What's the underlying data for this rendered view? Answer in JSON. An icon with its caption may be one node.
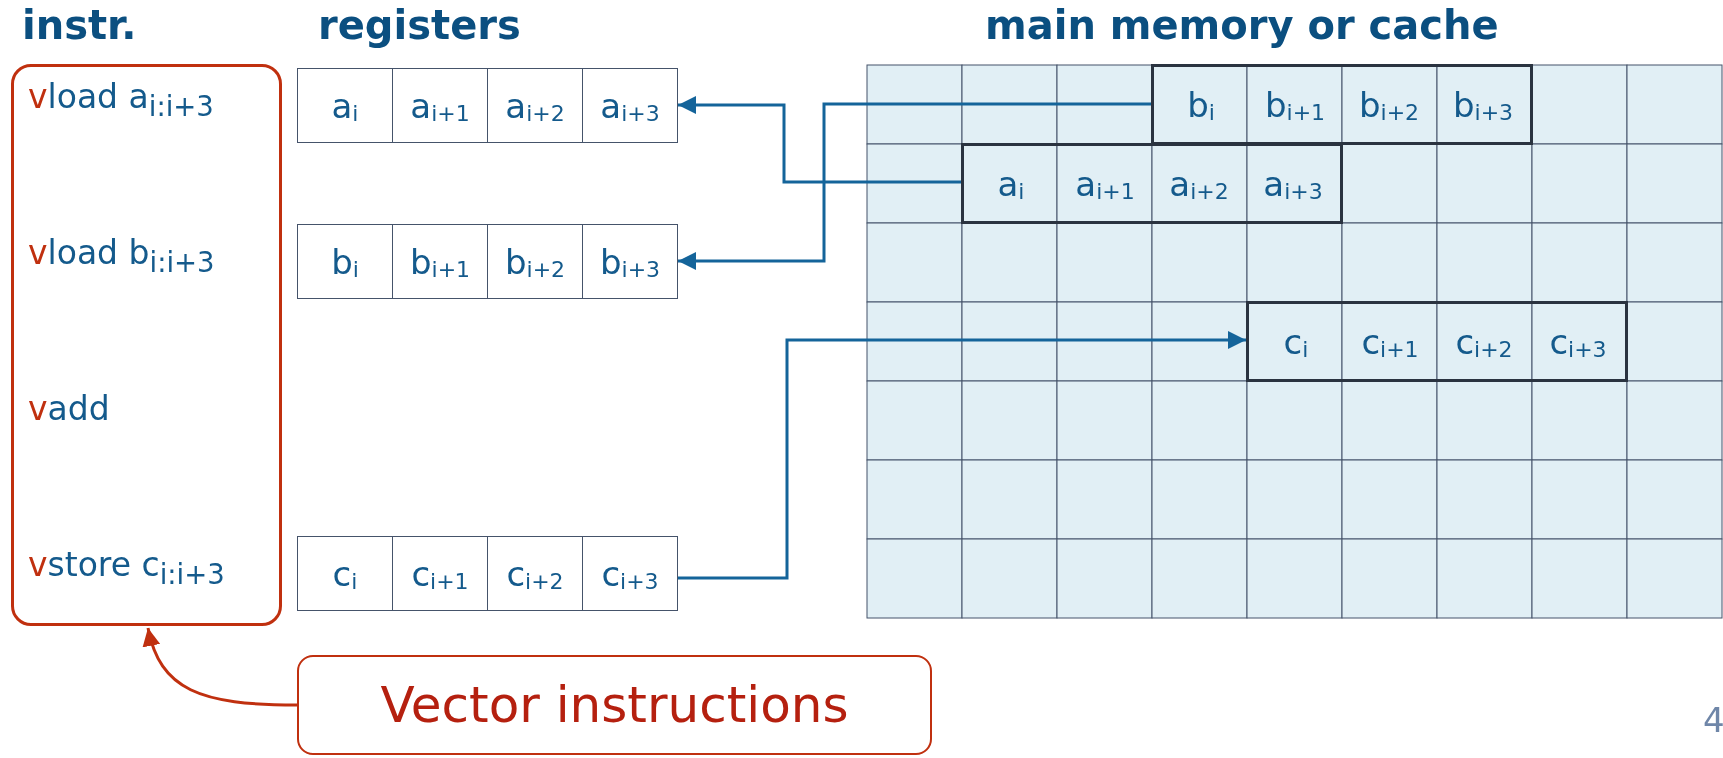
{
  "diagram": {
    "nodes": [
      {
        "text": [
          "vload a$_{i:i+3}$",
          "vload b$_{i:i+3}$",
          "vadd",
          "vstore c$_{i:i+3}$"
        ]
      },
      {
        "text": [
          "a$_{i}$",
          "a$_{i+1}$",
          "a$_{i+2}$",
          "a$_{i+3}$"
        ]
      },
      {
        "text": [
          "b$_{i}$",
          "b$_{i+1}$",
          "b$_{i+2}$",
          "b$_{i+3}$"
        ]
      },
      {
        "text": [
          "c$_{i}$",
          "c$_{i+1}$",
          "c$_{i+2}$",
          "c$_{i+3}$"
        ]
      },
      {
        "text": [
          "b$_{i}$",
          "b$_{i+1}$",
          "b$_{i+2}$",
          "b$_{i+3}$"
        ]
      },
      {
        "text": [
          "a$_{i}$",
          "a$_{i+1}$",
          "a$_{i+2}$",
          "a$_{i+3}$"
        ]
      },
      {
        "text": [
          "c$_{i}$",
          "c$_{i+1}$",
          "c$_{i+2}$",
          "c$_{i+3}$"
        ]
      },
      {
        "text": [
          "Vector instructions"
        ]
      }
    ],
    "edges": [
      {
        "from": 5,
        "to": 1,
        "arrow": "to"
      },
      {
        "from": 4,
        "to": 2,
        "arrow": "to"
      },
      {
        "from": 3,
        "to": 6,
        "arrow": "to"
      },
      {
        "from": 7,
        "to": 0,
        "arrow": "to",
        "color": "#c0300f"
      }
    ],
    "labels": [
      "instr.",
      "registers",
      "main memory or cache",
      "4"
    ]
  }
}
